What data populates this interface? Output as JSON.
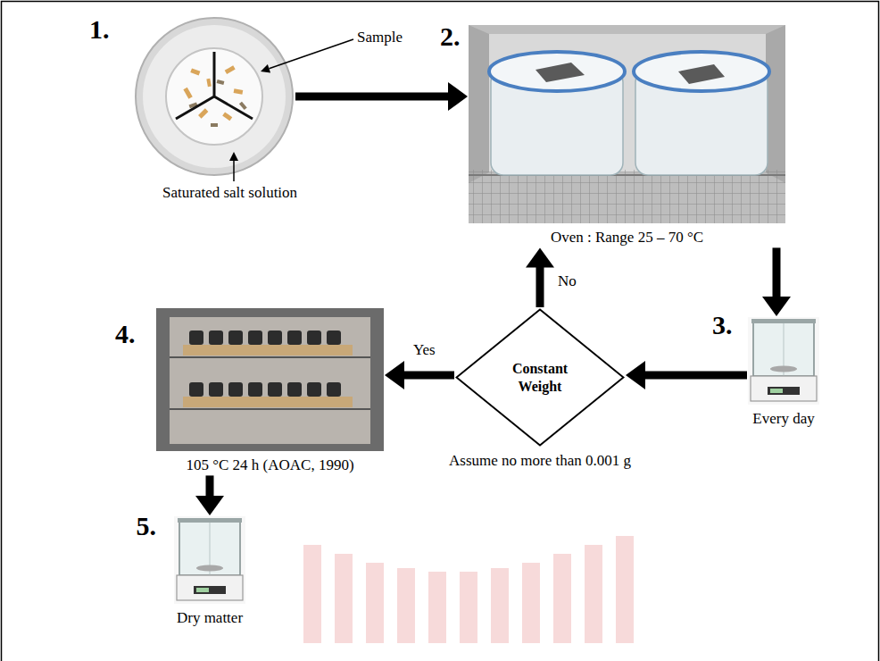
{
  "diagram": {
    "nodes": [
      {
        "text": [
          "1."
        ]
      },
      {
        "text": [
          "2.",
          "Oven : Range 25 – 70 °C"
        ]
      },
      {
        "text": [
          "3.",
          "Every day"
        ]
      },
      {
        "text": [
          "Constant Weight",
          "Assume no more than 0.001 g"
        ]
      },
      {
        "text": [
          "4.",
          "105 °C 24 h (AOAC, 1990)"
        ]
      },
      {
        "text": [
          "5.",
          "Dry matter"
        ]
      }
    ],
    "edges": [
      {
        "from": 0,
        "to": 1,
        "arrow": "to"
      },
      {
        "from": 1,
        "to": 2,
        "arrow": "to"
      },
      {
        "from": 2,
        "to": 3,
        "arrow": "to"
      },
      {
        "from": 3,
        "to": 1,
        "label": "No",
        "arrow": "to"
      },
      {
        "from": 3,
        "to": 4,
        "label": "Yes",
        "arrow": "to"
      },
      {
        "from": 4,
        "to": 5,
        "arrow": "to"
      }
    ],
    "labels": [
      "Sample",
      "Saturated salt solution"
    ]
  }
}
